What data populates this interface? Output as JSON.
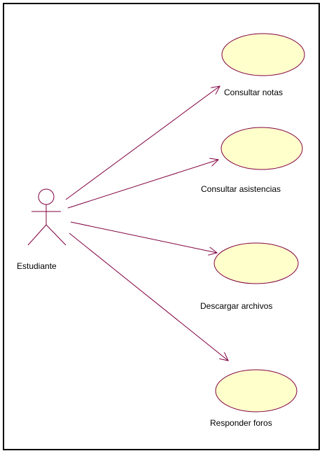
{
  "diagram": {
    "actor": {
      "name": "Estudiante",
      "color": "#800040"
    },
    "use_cases": [
      {
        "label": "Consultar notas"
      },
      {
        "label": "Consultar asistencias"
      },
      {
        "label": "Descargar archivos"
      },
      {
        "label": "Responder foros"
      }
    ],
    "colors": {
      "ellipse_fill": "#ffffcc",
      "ellipse_stroke": "#800040",
      "association_stroke": "#800040",
      "frame_border": "#000000"
    }
  }
}
